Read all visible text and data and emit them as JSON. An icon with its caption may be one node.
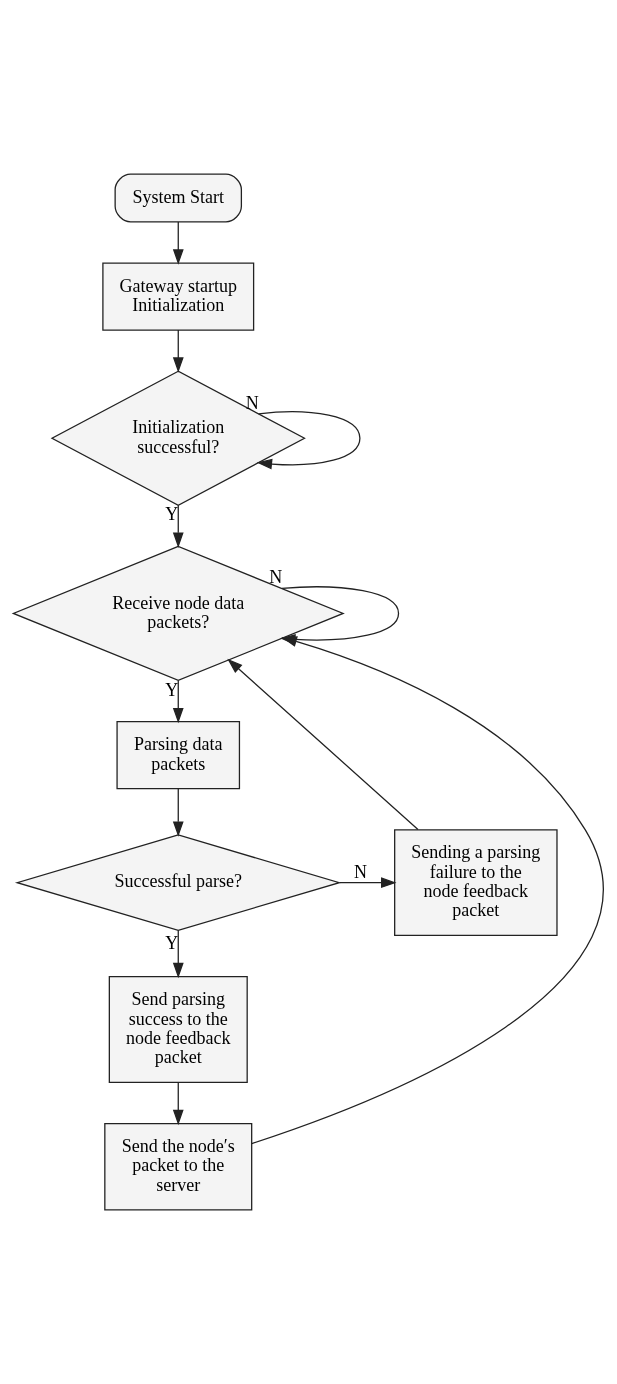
{
  "diagram": {
    "nodes": [
      {
        "text": [
          "System Start"
        ]
      },
      {
        "text": [
          "Gateway startup Initialization"
        ]
      },
      {
        "text": [
          "Initialization successful?"
        ]
      },
      {
        "text": [
          "Receive node data packets?"
        ]
      },
      {
        "text": [
          "Parsing data packets"
        ]
      },
      {
        "text": [
          "Successful parse?"
        ]
      },
      {
        "text": [
          "Sending a parsing failure to the node feedback packet"
        ]
      },
      {
        "text": [
          "Send parsing success to the node feedback packet"
        ]
      },
      {
        "text": [
          "Send the node′s packet to the server"
        ]
      }
    ],
    "edges": [
      {
        "from": 0,
        "to": 1,
        "arrow": "to"
      },
      {
        "from": 1,
        "to": 2,
        "arrow": "to"
      },
      {
        "from": 2,
        "to": 2,
        "label": "N",
        "arrow": "to"
      },
      {
        "from": 2,
        "to": 3,
        "label": "Y",
        "arrow": "to"
      },
      {
        "from": 3,
        "to": 3,
        "label": "N",
        "arrow": "to"
      },
      {
        "from": 3,
        "to": 4,
        "label": "Y",
        "arrow": "to"
      },
      {
        "from": 4,
        "to": 5,
        "arrow": "to"
      },
      {
        "from": 5,
        "to": 6,
        "label": "N",
        "arrow": "to"
      },
      {
        "from": 6,
        "to": 3,
        "arrow": "to"
      },
      {
        "from": 5,
        "to": 7,
        "label": "Y",
        "arrow": "to"
      },
      {
        "from": 7,
        "to": 8,
        "arrow": "to"
      },
      {
        "from": 8,
        "to": 3,
        "arrow": "to"
      }
    ]
  }
}
